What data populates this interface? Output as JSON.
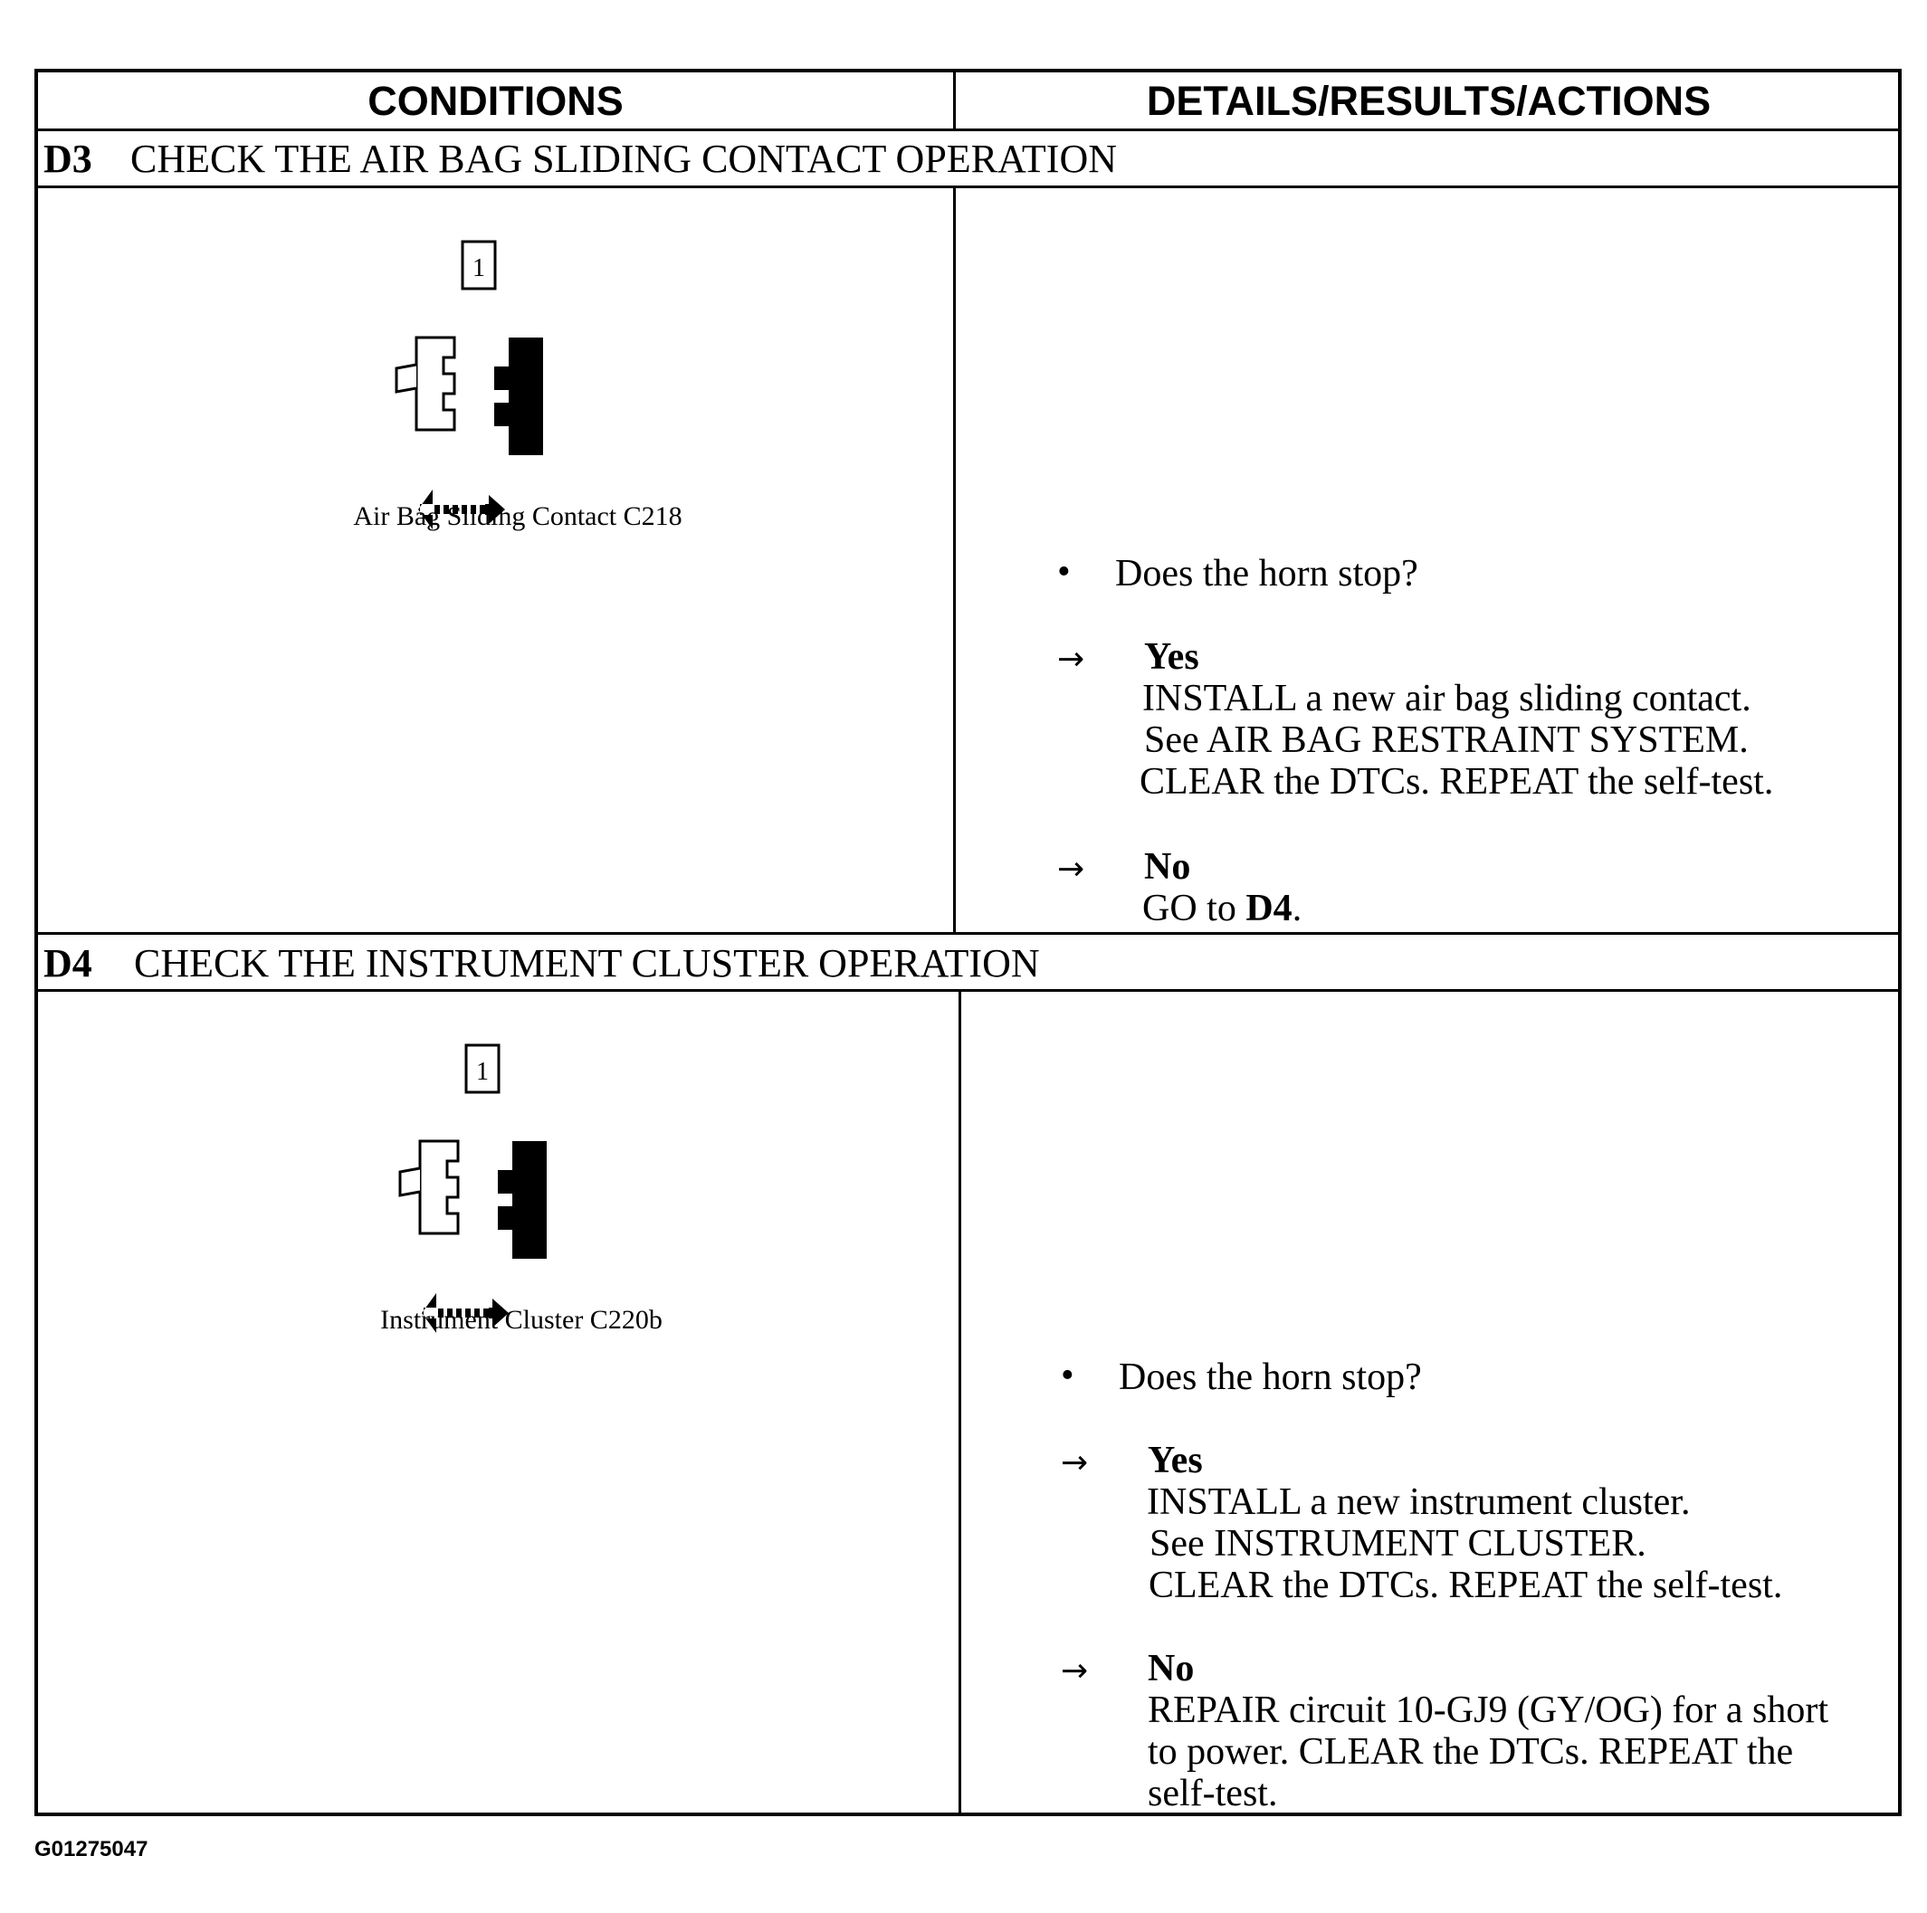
{
  "header": {
    "conditions": "CONDITIONS",
    "details": "DETAILS/RESULTS/ACTIONS"
  },
  "steps": [
    {
      "id": "D3",
      "title": "CHECK THE AIR BAG SLIDING CONTACT OPERATION",
      "connector_label": "1",
      "caption": "Air Bag Sliding Contact C218",
      "question": "Does the horn stop?",
      "yes": {
        "label": "Yes",
        "lines": [
          "INSTALL a new air bag sliding contact.",
          "See AIR BAG RESTRAINT SYSTEM.",
          "CLEAR the DTCs. REPEAT the self-test."
        ]
      },
      "no": {
        "label": "No",
        "prefix": "GO to ",
        "target": "D4",
        "suffix": "."
      }
    },
    {
      "id": "D4",
      "title": "CHECK THE INSTRUMENT CLUSTER OPERATION",
      "connector_label": "1",
      "caption": "Instrument Cluster C220b",
      "question": "Does the horn stop?",
      "yes": {
        "label": "Yes",
        "lines": [
          "INSTALL a new instrument cluster.",
          "See INSTRUMENT CLUSTER.",
          "CLEAR the DTCs. REPEAT the self-test."
        ]
      },
      "no": {
        "label": "No",
        "lines": [
          "REPAIR circuit 10-GJ9 (GY/OG) for a short",
          "to power. CLEAR the DTCs. REPEAT the",
          "self-test."
        ]
      }
    }
  ],
  "symbols": {
    "bullet": "•",
    "arrow": "→"
  },
  "icons": [
    "connector-disconnect-icon",
    "double-arrow-icon"
  ],
  "figure_id": "G01275047"
}
